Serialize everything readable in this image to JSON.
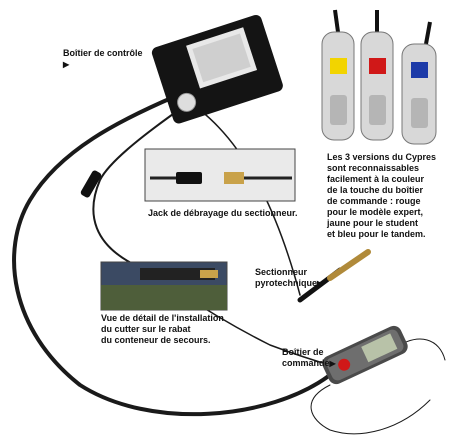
{
  "labels": {
    "control_box": "Boîtier de contrôle",
    "control_box_arrow": "▶",
    "jack": "Jack de débrayage du sectionneur.",
    "cutter": "Sectionneur\npyrotechnique",
    "cutter_arrow": "▶",
    "detail": "Vue de détail de l'installation\ndu cutter sur le rabat\ndu conteneur de secours.",
    "command_box": "Boîtier de\ncommande",
    "command_box_arrow": "▶",
    "versions": "Les 3 versions du Cypres\nsont reconnaissables\nfacilement à la couleur\nde la touche du boîtier\nde commande : rouge\npour le modèle expert,\njaune pour le student\net bleu pour le tandem."
  },
  "colors": {
    "yellow_button": "#f2d400",
    "red_button": "#d01818",
    "blue_button": "#1c3aa8",
    "cable": "#1a1a1a",
    "unit_body": "#d8d8d8"
  },
  "icons": [
    "arrow-right-icon"
  ]
}
